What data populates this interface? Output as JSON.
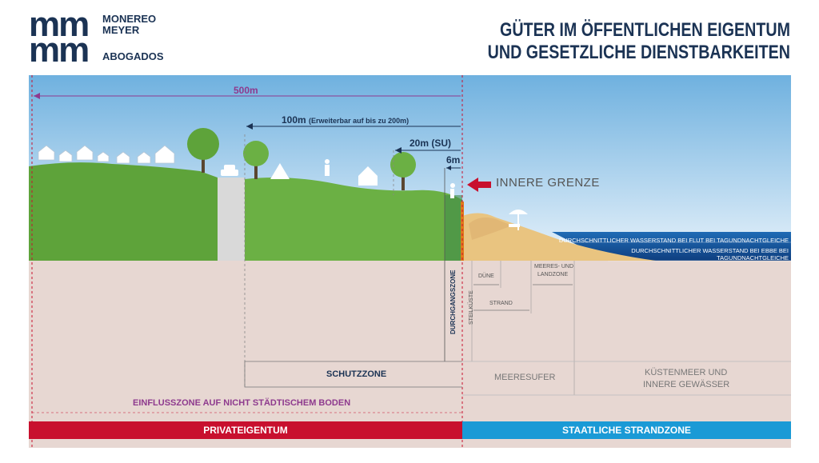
{
  "logo": {
    "mark_top": "mm",
    "mark_bottom": "mm",
    "name_line1": "MONEREO",
    "name_line2": "MEYER",
    "name_line3": "ABOGADOS"
  },
  "title": {
    "line1": "GÜTER IM ÖFFENTLICHEN EIGENTUM",
    "line2": "UND GESETZLICHE DIENSTBARKEITEN"
  },
  "distances": {
    "d500": "500m",
    "d100": "100m",
    "d100_note": "(Erweiterbar auf bis zu 200m)",
    "d20": "20m (SU)",
    "d6": "6m"
  },
  "inner_boundary": "INNERE GRENZE",
  "water_levels": {
    "high": "DURCHSCHNITTLICHER WASSERSTAND BEI FLUT BEI TAGUNDNACHTGLEICHE",
    "low_line1": "DURCHSCHNITTLICHER WASSERSTAND BEI EBBE BEI",
    "low_line2": "TAGUNDNACHTGLEICHE"
  },
  "coastal_labels": {
    "duene": "DÜNE",
    "meeres_land_line1": "MEERES- UND",
    "meeres_land_line2": "LANDZONE",
    "strand": "STRAND",
    "steilkueste": "STEILKÜSTE",
    "durchgangszone": "DURCHGANGSZONE"
  },
  "zones": {
    "schutzzone": "SCHUTZZONE",
    "meeresufer": "MEERESUFER",
    "kuestenmeer_line1": "KÜSTENMEER UND",
    "kuestenmeer_line2": "INNERE GEWÄSSER",
    "einflusszone": "EINFLUSSZONE AUF NICHT STÄDTISCHEM BODEN"
  },
  "bars": {
    "private": "PRIVATEIGENTUM",
    "state": "STAATLICHE STRANDZONE"
  },
  "colors": {
    "navy": "#1b3354",
    "red": "#c8102e",
    "blue": "#1a9ad6",
    "purple": "#8e3a8e",
    "green": "#5ea33a",
    "sand": "#e9c480",
    "soil": "#e7d7d2",
    "sea": "#0f4f9a"
  }
}
